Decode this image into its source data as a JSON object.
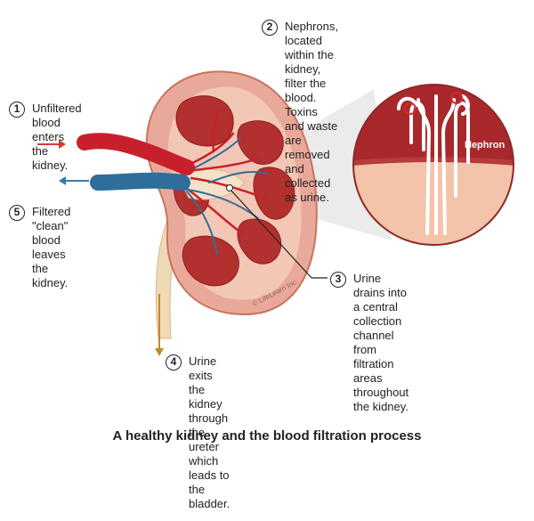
{
  "steps": [
    {
      "number": "1",
      "text": "Unfiltered blood\nenters the kidney."
    },
    {
      "number": "2",
      "text": "Nephrons, located within the\nkidney, filter the blood. Toxins\nand waste are removed and\ncollected as urine."
    },
    {
      "number": "3",
      "text": "Urine drains into a central\ncollection channel from\nfiltration areas throughout\nthe kidney."
    },
    {
      "number": "4",
      "text": "Urine exits the kidney\nthrough the ureter which\nleads to the bladder."
    },
    {
      "number": "5",
      "text": "Filtered \"clean\"\nblood leaves the\nkidney."
    }
  ],
  "nephron_label": "Nephron",
  "copyright": "© LifeLearn Inc.",
  "caption": "A healthy kidney and the blood filtration process",
  "colors": {
    "artery": "#c8202a",
    "vein": "#2f6e9b",
    "kidney_outer": "#e9a99a",
    "kidney_inner": "#f3c7b5",
    "medulla": "#b2302d",
    "urine_arrow": "#c38a2a",
    "blood_in_arrow": "#d43a3a",
    "blood_out_arrow": "#2f7fb0"
  },
  "icons": [
    "artery-arrow-icon",
    "vein-arrow-icon",
    "urine-arrow-icon"
  ]
}
